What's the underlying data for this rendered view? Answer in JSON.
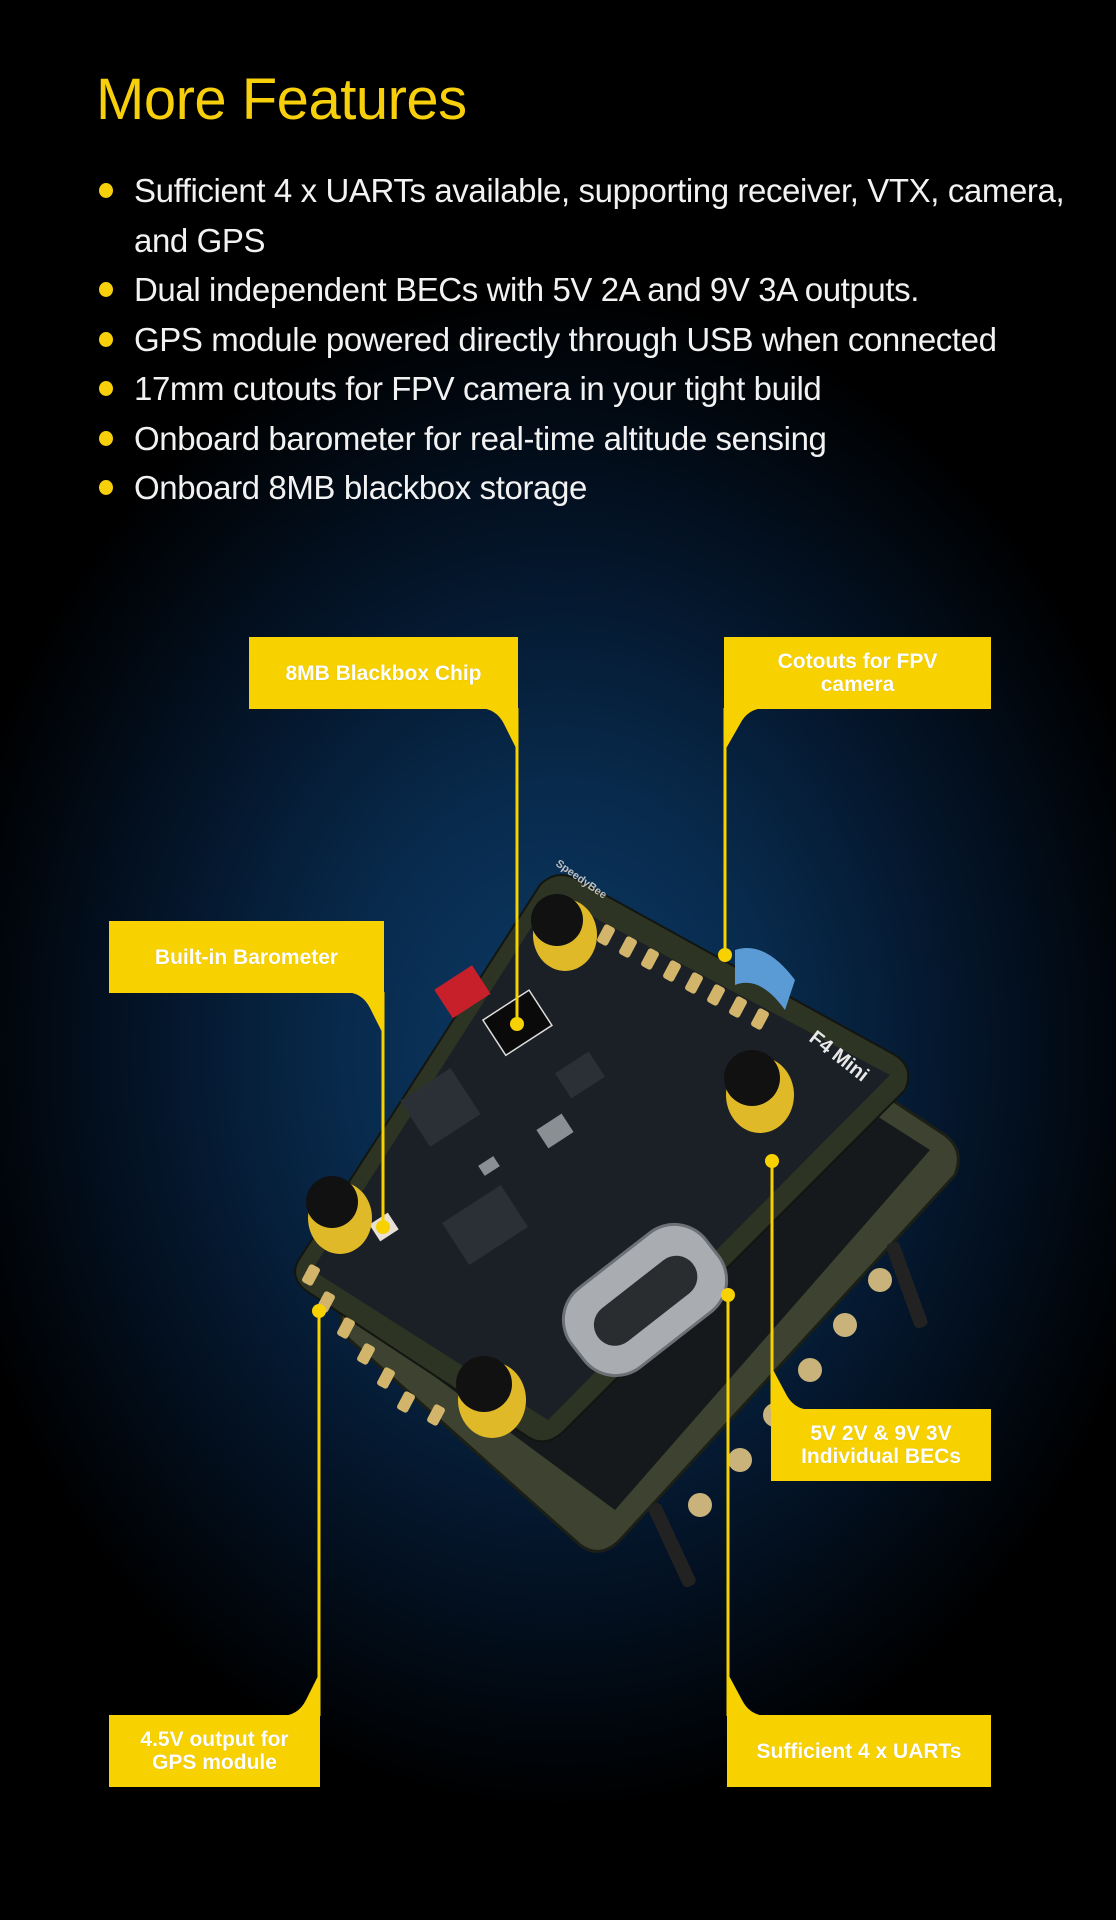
{
  "header": {
    "title": "More Features"
  },
  "features": [
    "Sufficient 4 x UARTs available, supporting receiver, VTX, camera, and GPS",
    "Dual independent BECs with 5V 2A and 9V 3A outputs.",
    "GPS module powered directly through USB when connected",
    "17mm cutouts for FPV camera in your tight build",
    "Onboard barometer for real-time altitude sensing",
    "Onboard 8MB blackbox storage"
  ],
  "callouts": {
    "blackbox": "8MB Blackbox Chip",
    "cutouts": "Cotouts for FPV camera",
    "barometer": "Built-in Barometer",
    "becs": "5V 2V & 9V 3V Individual BECs",
    "gps": "4.5V output for GPS module",
    "uarts": "Sufficient 4 x UARTs"
  },
  "product_image": {
    "board_label": "F4 Mini",
    "brand_label": "SpeedyBee"
  },
  "colors": {
    "accent": "#f7d100",
    "background": "#000000",
    "glow": "#0c3a66"
  }
}
